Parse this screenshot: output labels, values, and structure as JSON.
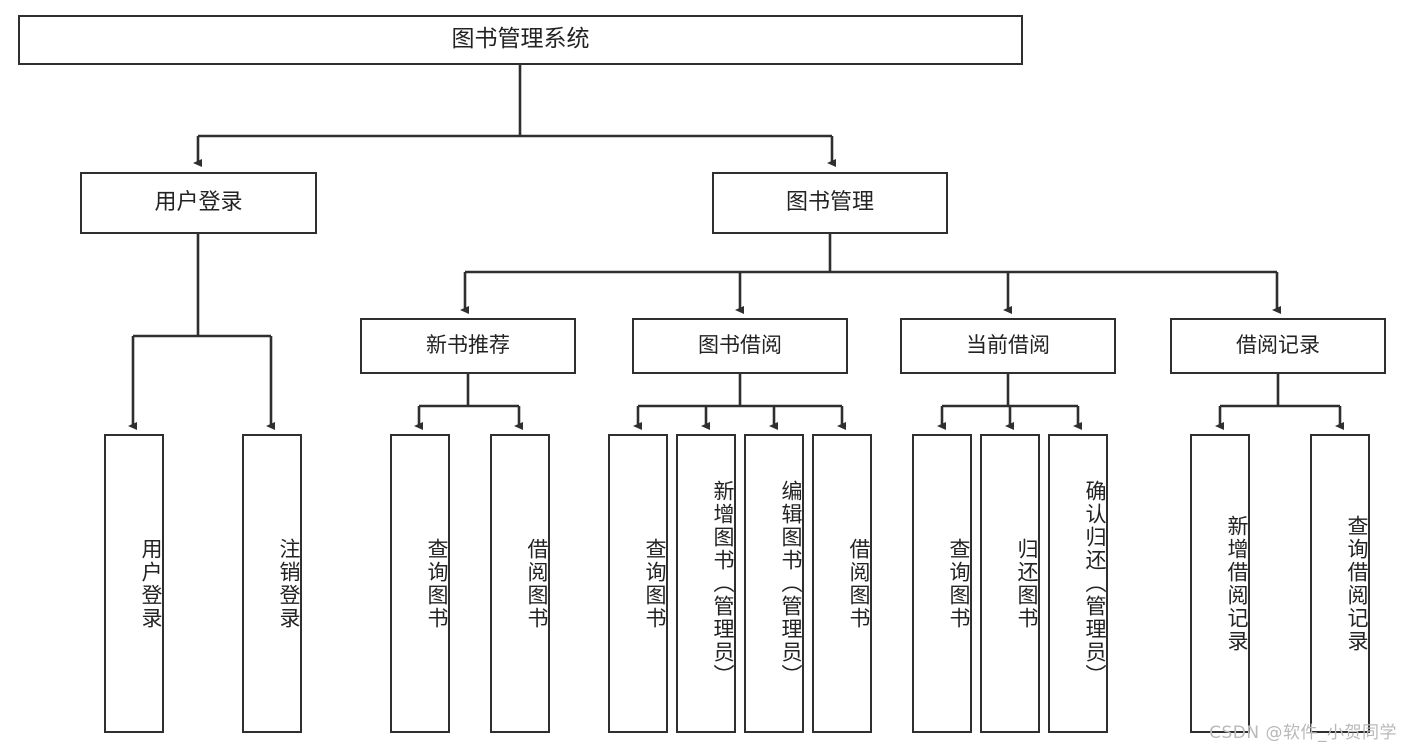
{
  "diagram": {
    "type": "tree-hierarchy",
    "title": "图书管理系统",
    "root": {
      "id": "root",
      "label": "图书管理系统"
    },
    "level2": [
      {
        "id": "user-login",
        "label": "用户登录"
      },
      {
        "id": "book-manage",
        "label": "图书管理"
      }
    ],
    "level3": [
      {
        "id": "new-book-recommend",
        "label": "新书推荐",
        "parent": "book-manage"
      },
      {
        "id": "book-borrow",
        "label": "图书借阅",
        "parent": "book-manage"
      },
      {
        "id": "current-borrow",
        "label": "当前借阅",
        "parent": "book-manage"
      },
      {
        "id": "borrow-record",
        "label": "借阅记录",
        "parent": "book-manage"
      }
    ],
    "leaves": [
      {
        "id": "leaf-user-login",
        "label": "用户登录",
        "parent": "user-login"
      },
      {
        "id": "leaf-logout-login",
        "label": "注销登录",
        "parent": "user-login"
      },
      {
        "id": "leaf-query-book-1",
        "label": "查询图书",
        "parent": "new-book-recommend"
      },
      {
        "id": "leaf-borrow-book-1",
        "label": "借阅图书",
        "parent": "new-book-recommend"
      },
      {
        "id": "leaf-query-book-2",
        "label": "查询图书",
        "parent": "book-borrow"
      },
      {
        "id": "leaf-add-book",
        "label": "新增图书（管理员）",
        "parent": "book-borrow"
      },
      {
        "id": "leaf-edit-book",
        "label": "编辑图书（管理员）",
        "parent": "book-borrow"
      },
      {
        "id": "leaf-borrow-book-2",
        "label": "借阅图书",
        "parent": "book-borrow"
      },
      {
        "id": "leaf-query-book-3",
        "label": "查询图书",
        "parent": "current-borrow"
      },
      {
        "id": "leaf-return-book",
        "label": "归还图书",
        "parent": "current-borrow"
      },
      {
        "id": "leaf-confirm-return",
        "label": "确认归还（管理员）",
        "parent": "current-borrow"
      },
      {
        "id": "leaf-add-record",
        "label": "新增借阅记录",
        "parent": "borrow-record"
      },
      {
        "id": "leaf-query-record",
        "label": "查询借阅记录",
        "parent": "borrow-record"
      }
    ],
    "colors": {
      "stroke": "#2f2f2f",
      "fill": "#ffffff",
      "text": "#232323",
      "watermark": "#b9b9b9"
    }
  },
  "watermark": {
    "text": "CSDN @软件_小贺同学"
  }
}
